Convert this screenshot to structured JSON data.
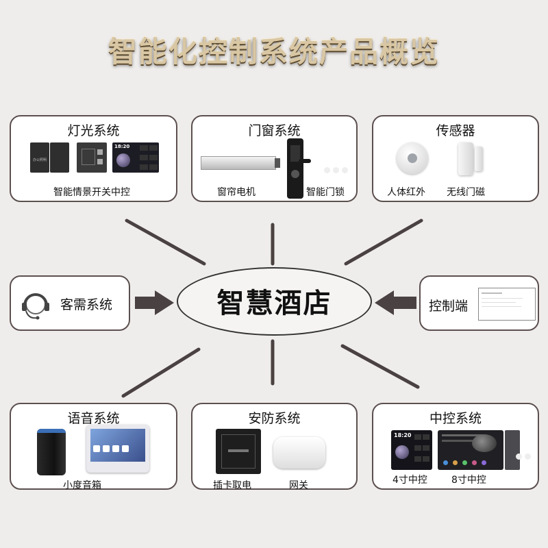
{
  "title": "智能化控制系统产品概览",
  "center": "智慧酒店",
  "lighting": {
    "title": "灯光系统",
    "caption": "智能情景开关中控",
    "panel_time": "18:20",
    "switch_label": "办公照明"
  },
  "doors": {
    "title": "门窗系统",
    "caption_motor": "窗帘电机",
    "caption_lock": "智能门锁"
  },
  "sensors": {
    "title": "传感器",
    "caption_body": "人体红外",
    "caption_door": "无线门磁"
  },
  "guest": {
    "title": "客需系统"
  },
  "control_end": {
    "title": "控制端"
  },
  "voice": {
    "title": "语音系统",
    "caption": "小度音箱"
  },
  "security": {
    "title": "安防系统",
    "caption_card": "插卡取电",
    "caption_gateway": "网关"
  },
  "central": {
    "title": "中控系统",
    "caption_4": "4寸中控",
    "caption_8": "8寸中控",
    "panel_time": "18:20"
  },
  "colors": {
    "border": "#5b4f4f",
    "title_gold": "#d9c7a4",
    "background": "#efedeb"
  }
}
